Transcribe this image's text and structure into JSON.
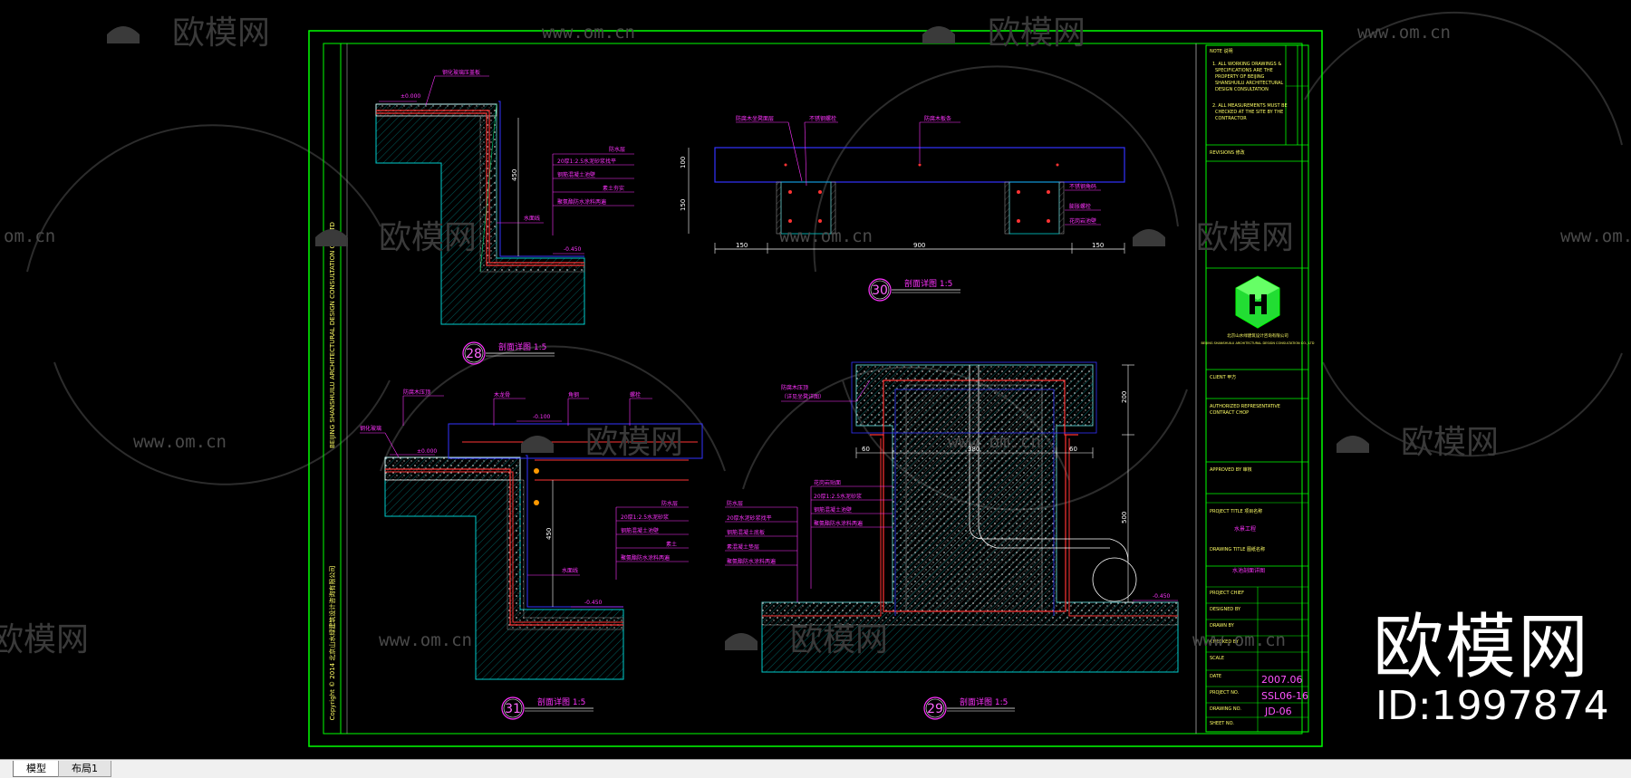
{
  "watermark": {
    "brand": "欧模网",
    "url": "www.om.cn",
    "url_fragment": "om.cn"
  },
  "sheet": {
    "vertical_text": "BEIJING SHANSHUILU ARCHITECTURAL DESIGN CONSULTATION CO., LTD",
    "copyright": "Copyright  ©  2014  北京山水绿建筑设计咨询有限公司"
  },
  "details": [
    {
      "number": "28",
      "title": "剖面详图 1:5"
    },
    {
      "number": "30",
      "title": "剖面详图 1:5"
    },
    {
      "number": "31",
      "title": "剖面详图 1:5"
    },
    {
      "number": "29",
      "title": "剖面详图 1:5"
    }
  ],
  "dimensions": {
    "d30_left": "150",
    "d30_mid": "900",
    "d30_right": "150",
    "d30_h1": "100",
    "d30_h2": "150",
    "d28_h": "450",
    "d28_level": "-0.450",
    "d28_top": "±0.000",
    "d31_level": "-0.450",
    "d31_top": "±0.000",
    "d31_h": "450",
    "d31_top2": "-0.100",
    "d29_a": "60",
    "d29_b": "380",
    "d29_c": "60",
    "d29_v1": "200",
    "d29_v2": "500",
    "d29_level": "-0.450"
  },
  "title_block": {
    "notes_header": "NOTE  说明",
    "company_name": "北京山水绿建筑设计咨询有限公司",
    "company_name_en": "BEIJING SHANSHUILU ARCHITECTURAL DESIGN CONSULTATION CO., LTD",
    "date": "2007.06",
    "project_no": "SSL06-16",
    "drawing_no": "JD-06"
  },
  "overlay": {
    "brand": "欧模网",
    "id": "ID:1997874"
  },
  "tabs": [
    {
      "label": "模型",
      "active": true
    },
    {
      "label": "布局1",
      "active": false
    }
  ],
  "colors": {
    "frame": "#00ff00",
    "section_line": "#ff3333",
    "hatch": "#00cccc",
    "label": "#ff33ff",
    "blue": "#3333ff"
  }
}
